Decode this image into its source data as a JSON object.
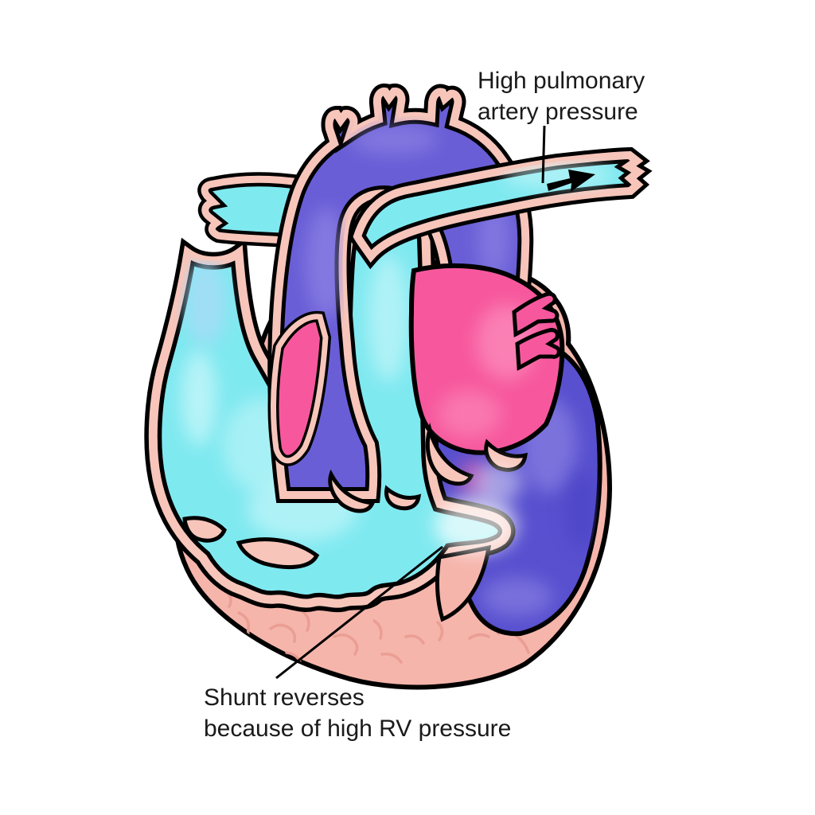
{
  "figure": {
    "title": "Heart diagram with shunt reversal",
    "annotations": [
      {
        "line1": "High pulmonary",
        "line2": "artery pressure"
      },
      {
        "line1": "Shunt reverses",
        "line2": "because of high RV pressure"
      }
    ],
    "icons": {
      "flow_arrow": "solid black arrow indicating blood flow in pulmonary artery"
    },
    "colors": {
      "bg": "#ffffff",
      "outline": "#000000",
      "text": "#1a1a1a",
      "blood_cyan": "#7FE9F0",
      "cyan_light": "#CFF8FB",
      "svc_blue": "#A9DBF6",
      "aorta_purple": "#6A5ED7",
      "purple_light": "#998FE8",
      "lv_purple": "#5850CF",
      "lv_deep": "#4A43C4",
      "atrium_pink": "#F7589D",
      "pink_light": "#FB8CBB",
      "wall_salmon": "#F7C5BA",
      "myocardium": "#F5B5AB",
      "texture": "#EA9D91"
    }
  }
}
